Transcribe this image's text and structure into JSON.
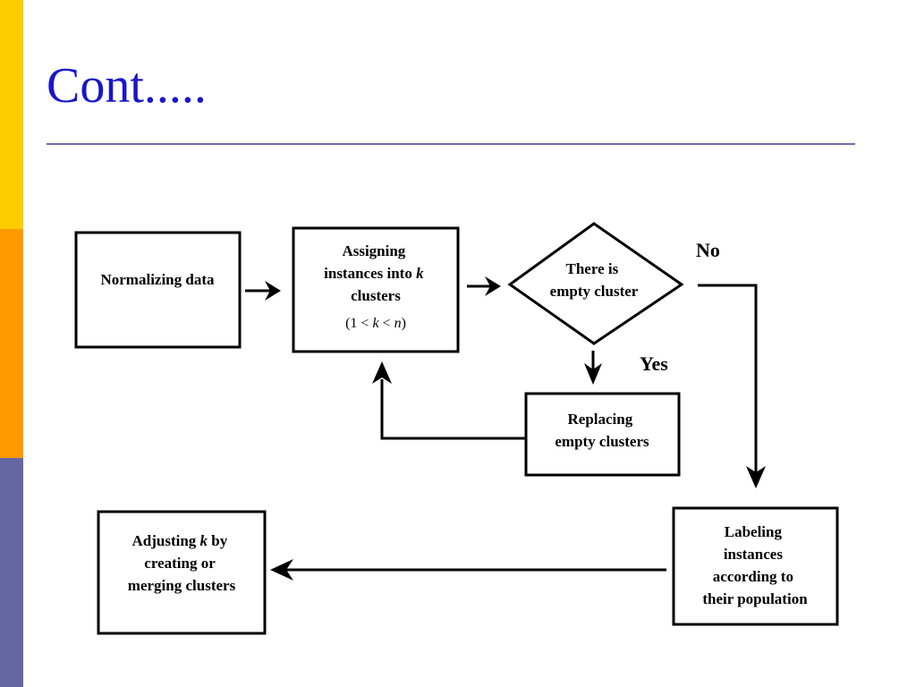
{
  "slide": {
    "title": "Cont.....",
    "colors": {
      "title": "#1a16c8",
      "rule": "#6e6ea8",
      "accent_top": "#ffcc00",
      "accent_middle": "#ff9900",
      "accent_bottom": "#6666a3"
    }
  },
  "flowchart": {
    "nodes": {
      "normalizing": {
        "line1": "Normalizing data"
      },
      "assigning": {
        "line1": "Assigning",
        "line2_prefix": "instances into ",
        "line2_var": "k",
        "line3": "clusters",
        "line4_open": "(1 < ",
        "line4_var1": "k",
        "line4_mid": " < ",
        "line4_var2": "n",
        "line4_close": ")"
      },
      "decision": {
        "line1": "There is",
        "line2": "empty cluster"
      },
      "replacing": {
        "line1": "Replacing",
        "line2": "empty clusters"
      },
      "labeling": {
        "line1": "Labeling",
        "line2": "instances",
        "line3": "according to",
        "line4": "their population"
      },
      "adjusting": {
        "line1_prefix": "Adjusting ",
        "line1_var": "k",
        "line1_suffix": " by",
        "line2": "creating or",
        "line3": "merging clusters"
      }
    },
    "edge_labels": {
      "no": "No",
      "yes": "Yes"
    },
    "icons": {
      "arrowhead": "arrowhead-icon"
    }
  }
}
